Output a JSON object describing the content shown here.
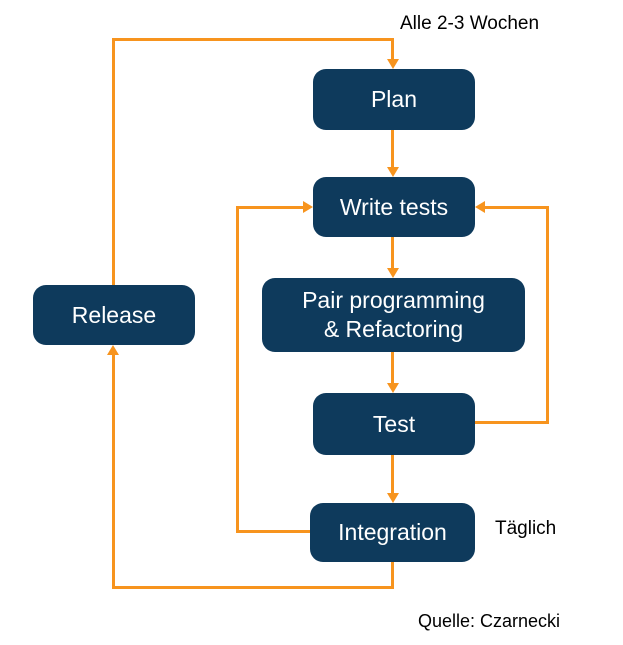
{
  "diagram": {
    "nodes": {
      "plan": {
        "label": "Plan"
      },
      "write_tests": {
        "label": "Write tests"
      },
      "pair": {
        "line1": "Pair programming",
        "line2": "& Refactoring"
      },
      "test": {
        "label": "Test"
      },
      "integration": {
        "label": "Integration"
      },
      "release": {
        "label": "Release"
      }
    },
    "annotations": {
      "cycle": "Alle 2-3 Wochen",
      "daily": "Täglich",
      "source": "Quelle: Czarnecki"
    },
    "colors": {
      "box": "#0e3a5c",
      "arrow": "#f7941e",
      "box_text": "#ffffff",
      "annotation_text": "#000000",
      "background": "#ffffff"
    }
  }
}
